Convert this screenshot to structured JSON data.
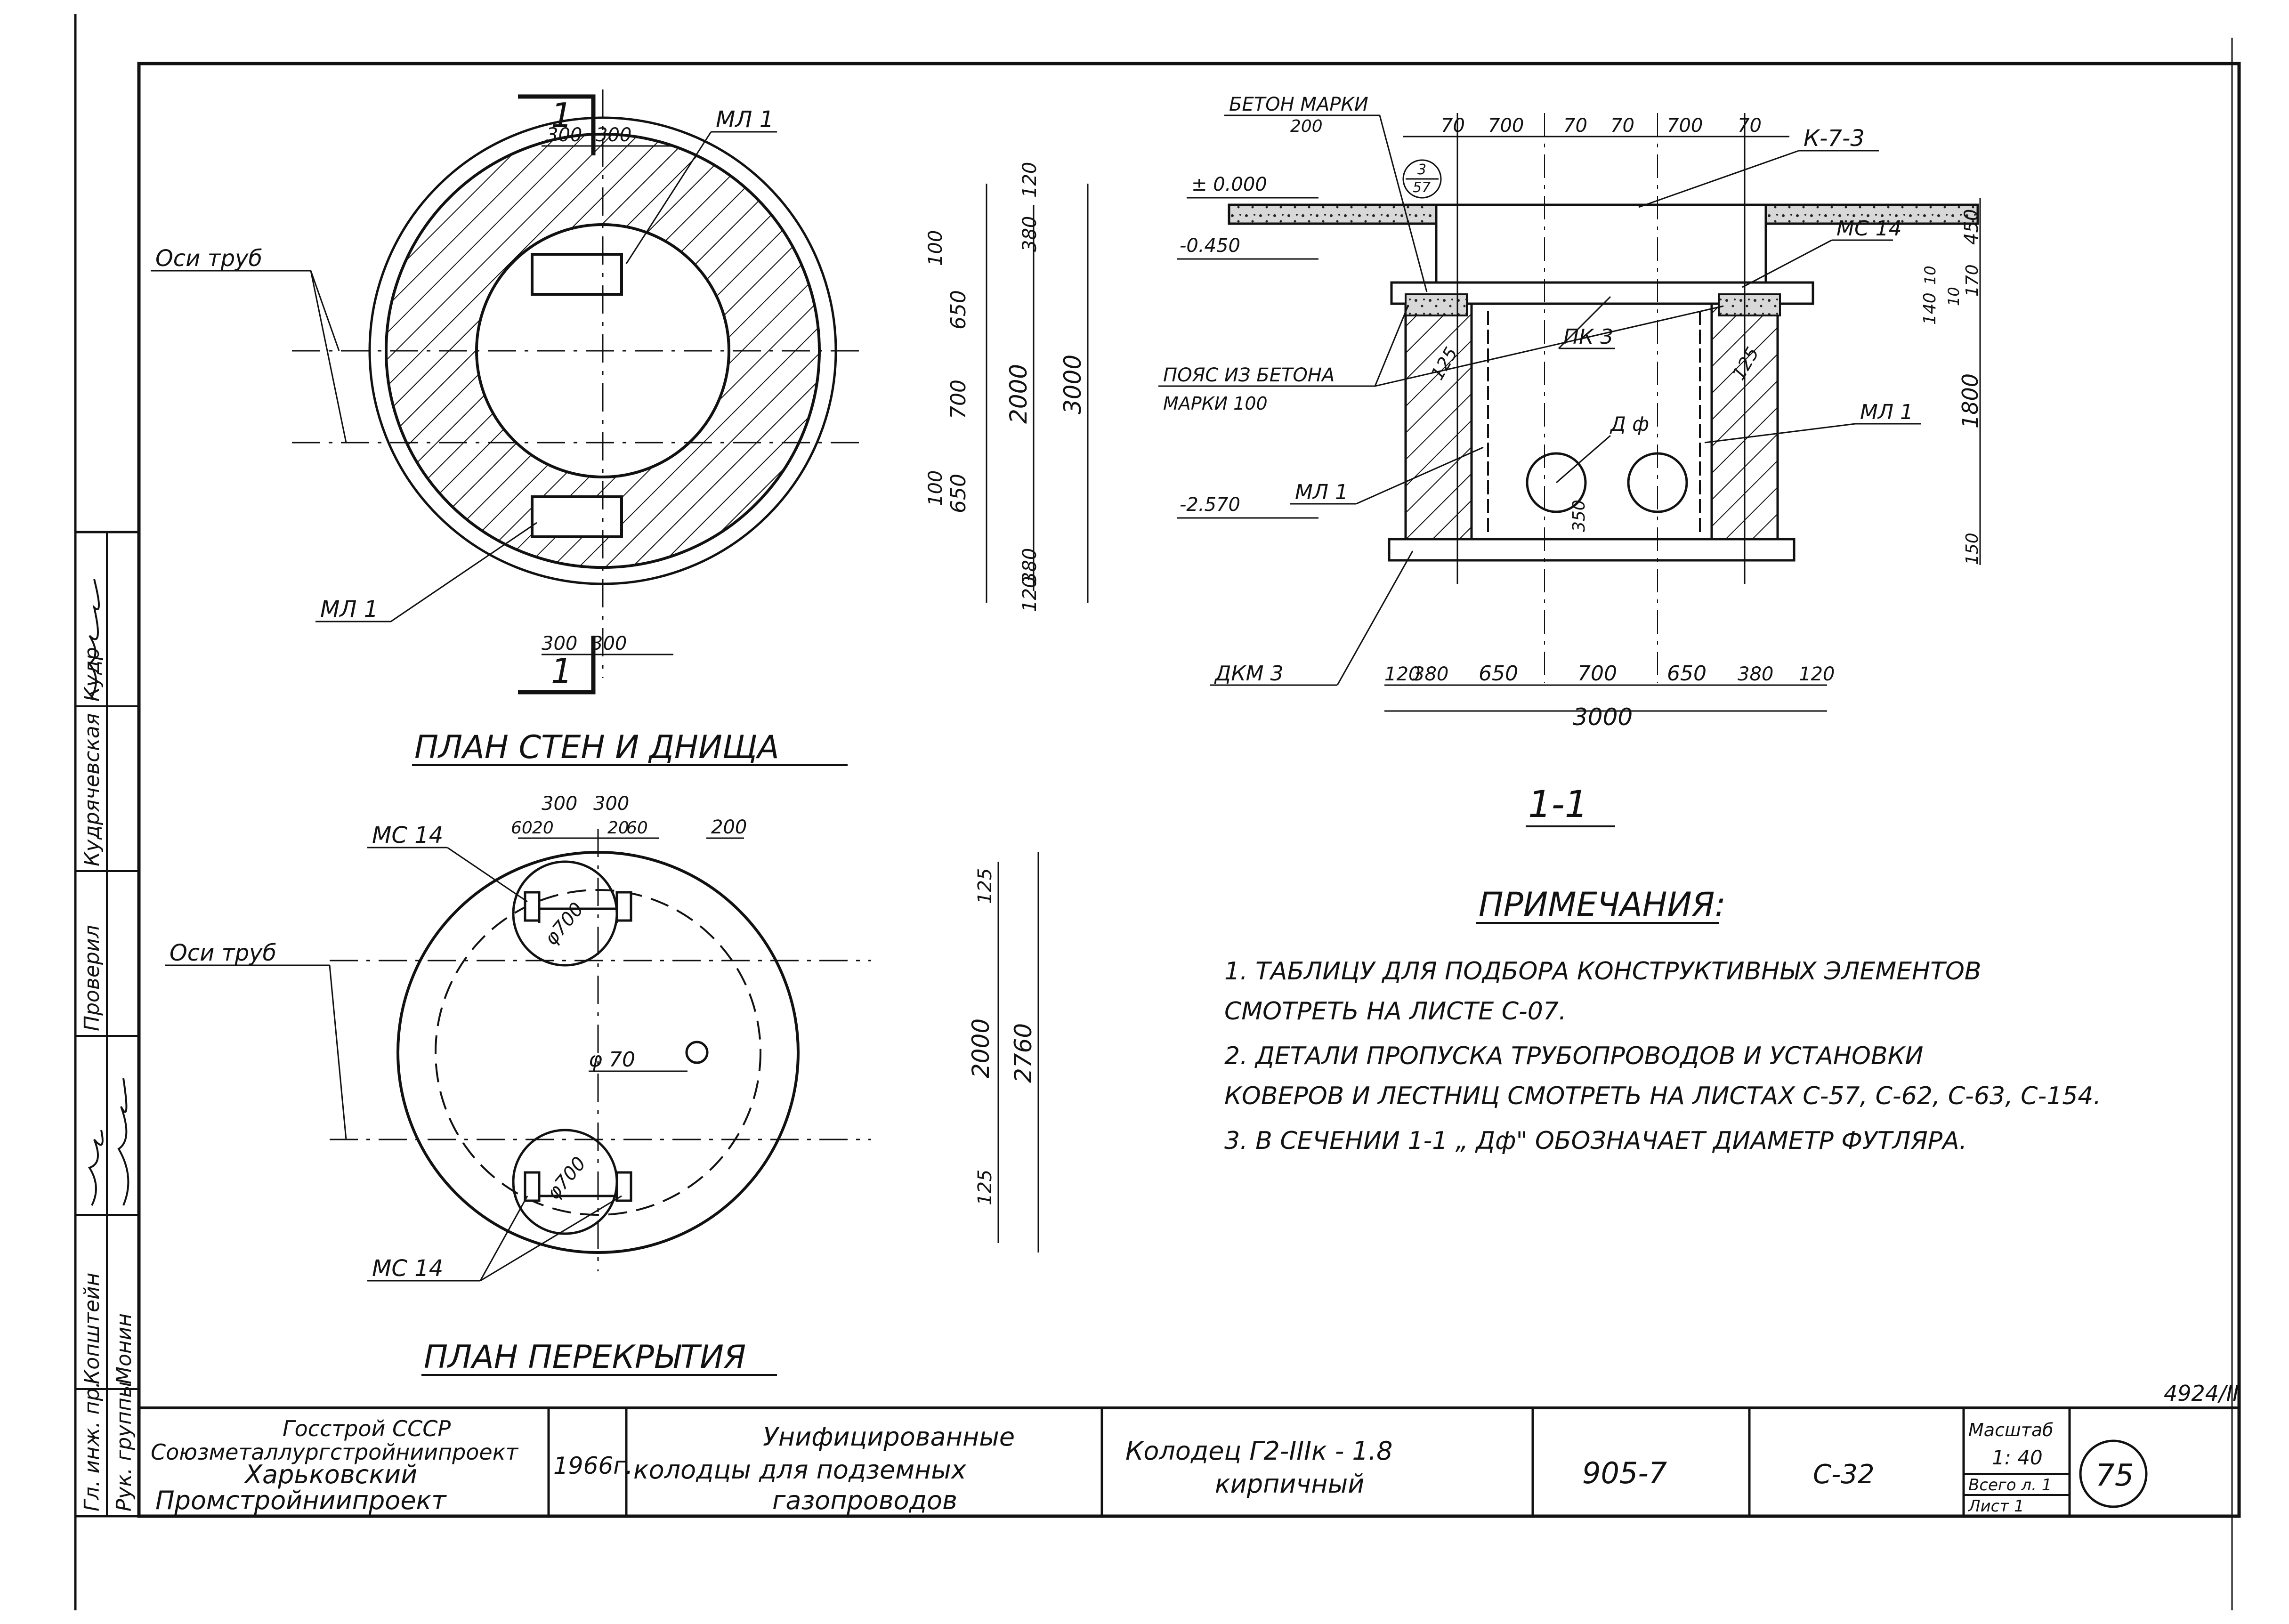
{
  "sheet_number": "4924/II",
  "plan_walls": {
    "title": "ПЛАН СТЕН И ДНИЩА",
    "section_mark": "1",
    "label_pipe_axes": "Оси труб",
    "label_ml1_top": "МЛ 1",
    "label_ml1_bottom": "МЛ 1",
    "dim_top_a": "300",
    "dim_top_b": "300",
    "dim_bot_a": "300",
    "dim_bot_b": "300",
    "dims_inner": [
      "120",
      "380",
      "100",
      "650",
      "700",
      "650",
      "100",
      "380",
      "120"
    ],
    "dim_2000": "2000",
    "dim_3000": "3000"
  },
  "plan_cover": {
    "title": "ПЛАН ПЕРЕКРЫТИЯ",
    "label_mc14_top": "МС 14",
    "label_mc14_bottom": "МС 14",
    "label_pipe_axes": "Оси труб",
    "dims_top": [
      "60",
      "20",
      "300",
      "300",
      "20",
      "60"
    ],
    "dim_200": "200",
    "hole_small": "φ 70",
    "hole_top": "φ700",
    "hole_bottom": "φ700",
    "dim_125_top": "125",
    "dim_125_bottom": "125",
    "dim_2000": "2000",
    "dim_2760": "2760"
  },
  "section": {
    "title": "1-1",
    "label_concrete_grade": "БЕТОН МАРКИ",
    "label_concrete_value": "200",
    "label_k73": "К-7-3",
    "label_mc14": "МС 14",
    "label_pk3": "ПК 3",
    "label_belt_1": "ПОЯС ИЗ БЕТОНА",
    "label_belt_2": "МАРКИ 100",
    "label_df": "Д ф",
    "label_ml1_left": "МЛ 1",
    "label_ml1_right": "МЛ 1",
    "label_dkm3": "ДКМ 3",
    "elev_0": "± 0.000",
    "elev_1": "-0.450",
    "elev_2": "-2.570",
    "ref_circle_top": "3",
    "ref_circle_bottom": "57",
    "dims_top": [
      "70",
      "700",
      "70",
      "70",
      "700",
      "70"
    ],
    "dims_right": [
      "450",
      "170",
      "10",
      "140",
      "10",
      "1800",
      "150"
    ],
    "dim_125_left": "125",
    "dim_125_right": "125",
    "dim_350": "350",
    "dims_bottom": [
      "120",
      "380",
      "650",
      "700",
      "650",
      "380",
      "120"
    ],
    "dim_3000": "3000"
  },
  "notes": {
    "heading": "ПРИМЕЧАНИЯ:",
    "lines": [
      "1. ТАБЛИЦУ ДЛЯ ПОДБОРА КОНСТРУКТИВНЫХ ЭЛЕМЕНТОВ",
      "СМОТРЕТЬ НА ЛИСТЕ С-07.",
      "2. ДЕТАЛИ ПРОПУСКА ТРУБОПРОВОДОВ И УСТАНОВКИ",
      "КОВЕРОВ И ЛЕСТНИЦ СМОТРЕТЬ НА ЛИСТАХ С-57, С-62, С-63, С-154.",
      "3. В СЕЧЕНИИ 1-1 „ Дф\" ОБОЗНАЧАЕТ ДИАМЕТР ФУТЛЯРА."
    ]
  },
  "side_stamp": {
    "roles": [
      "Гл. инж. пр.",
      "Рук. группы",
      "",
      "Проверил",
      ""
    ],
    "names": [
      "Копштейн",
      "Монин",
      "",
      "Кудрячевская",
      "Кудр"
    ]
  },
  "title_block": {
    "org_line1": "Госстрой СССР",
    "org_line2": "Союзметаллургстройниипроект",
    "org_line3": "Харьковский",
    "org_line4": "Промстройниипроект",
    "year": "1966г.",
    "title_line1": "Унифицированные",
    "title_line2": "колодцы для подземных",
    "title_line3": "газопроводов",
    "name_line1": "Колодец Г2-IIIк - 1.8",
    "name_line2": "кирпичный",
    "series": "905-7",
    "sheet_code": "С-32",
    "scale_label": "Масштаб",
    "scale_value": "1: 40",
    "total_sheets": "Всего л. 1",
    "sheet": "Лист 1",
    "page_number": "75"
  }
}
